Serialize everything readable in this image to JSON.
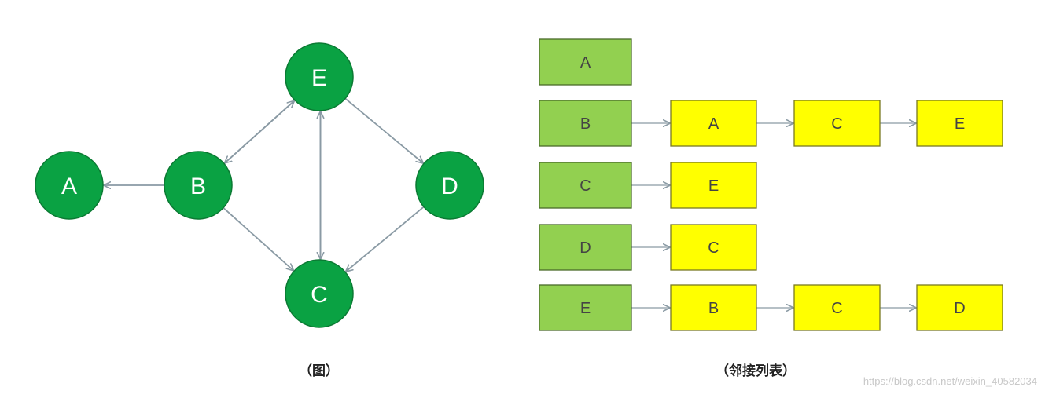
{
  "graph": {
    "nodes": [
      {
        "id": "A",
        "label": "A"
      },
      {
        "id": "B",
        "label": "B"
      },
      {
        "id": "E",
        "label": "E"
      },
      {
        "id": "D",
        "label": "D"
      },
      {
        "id": "C",
        "label": "C"
      }
    ],
    "edges": [
      {
        "from": "B",
        "to": "A"
      },
      {
        "from": "B",
        "to": "E"
      },
      {
        "from": "E",
        "to": "B"
      },
      {
        "from": "B",
        "to": "C"
      },
      {
        "from": "E",
        "to": "C"
      },
      {
        "from": "C",
        "to": "E"
      },
      {
        "from": "E",
        "to": "D"
      },
      {
        "from": "D",
        "to": "C"
      }
    ]
  },
  "adjacency_list": [
    {
      "vertex": "A",
      "neighbors": []
    },
    {
      "vertex": "B",
      "neighbors": [
        "A",
        "C",
        "E"
      ]
    },
    {
      "vertex": "C",
      "neighbors": [
        "E"
      ]
    },
    {
      "vertex": "D",
      "neighbors": [
        "C"
      ]
    },
    {
      "vertex": "E",
      "neighbors": [
        "B",
        "C",
        "D"
      ]
    }
  ],
  "captions": {
    "graph": "（图）",
    "list": "（邻接列表）"
  },
  "watermark": "https://blog.csdn.net/weixin_40582034",
  "colors": {
    "node_fill": "#0aa243",
    "node_stroke": "#0b7a33",
    "head_fill": "#92d050",
    "head_stroke": "#4a6b2a",
    "item_fill": "#ffff00",
    "item_stroke": "#7a7a22",
    "arrow": "#8a9aa4",
    "box_text": "#444444"
  }
}
